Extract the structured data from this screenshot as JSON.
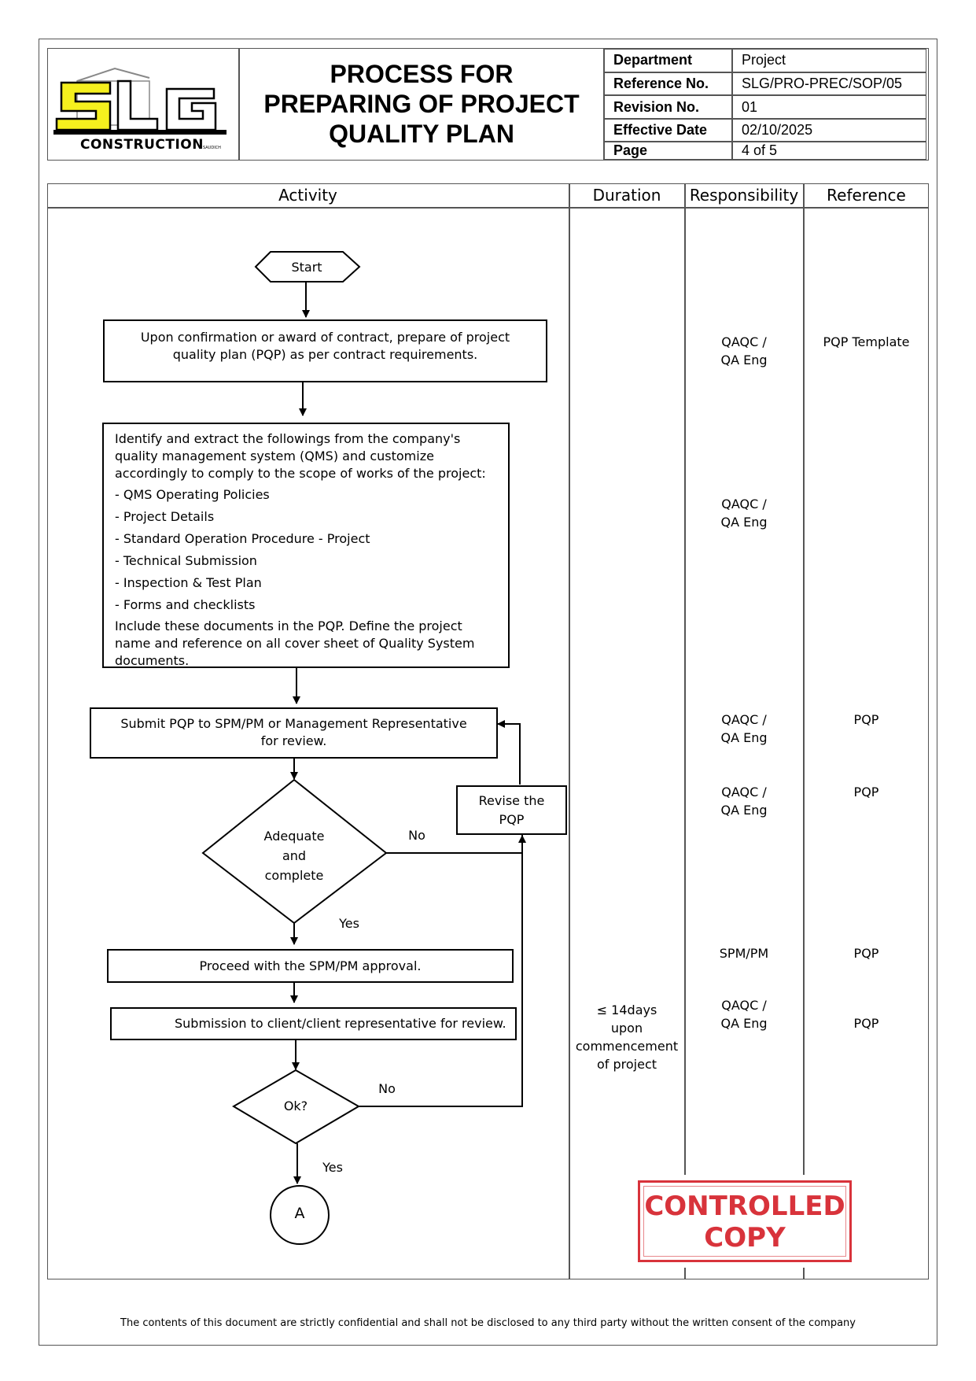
{
  "header": {
    "logo": {
      "letters": "SLG",
      "subtitle": "CONSTRUCTION",
      "small": "SAUDICH"
    },
    "title_lines": [
      "PROCESS FOR",
      "PREPARING OF PROJECT",
      "QUALITY PLAN"
    ],
    "info": [
      {
        "key": "Department",
        "value": "Project"
      },
      {
        "key": "Reference No.",
        "value": "SLG/PRO-PREC/SOP/05"
      },
      {
        "key": "Revision No.",
        "value": "01"
      },
      {
        "key": "Effective Date",
        "value": "02/10/2025"
      },
      {
        "key": "Page",
        "value": "4 of 5"
      }
    ]
  },
  "table": {
    "columns": [
      "Activity",
      "Duration",
      "Responsibility",
      "Reference"
    ]
  },
  "flow": {
    "start": "Start",
    "step1": "Upon confirmation or award of contract, prepare of project quality plan (PQP) as per contract requirements.",
    "step2_intro": "Identify and extract the followings from the company's quality management system (QMS) and customize accordingly to comply to the scope of works of the project:",
    "step2_items": [
      "- QMS Operating Policies",
      "- Project Details",
      "- Standard Operation Procedure - Project",
      "- Technical Submission",
      "- Inspection & Test Plan",
      "- Forms and checklists"
    ],
    "step2_outro": "Include these documents in the PQP. Define the project name and reference on all cover sheet of Quality System documents.",
    "step3": "Submit PQP to SPM/PM or Management Representative for review.",
    "decision1_lines": [
      "Adequate",
      "and",
      "complete"
    ],
    "revise_lines": [
      "Revise the",
      "PQP"
    ],
    "no1": "No",
    "yes1": "Yes",
    "step4": "Proceed with the SPM/PM approval.",
    "step5": "Submission to client/client representative for review.",
    "decision2": "Ok?",
    "no2": "No",
    "yes2": "Yes",
    "connector": "A"
  },
  "rows": {
    "r1": {
      "responsibility": [
        "QAQC /",
        "QA Eng"
      ],
      "reference": "PQP Template"
    },
    "r2": {
      "responsibility": [
        "QAQC /",
        "QA Eng"
      ],
      "reference": ""
    },
    "r3": {
      "responsibility": [
        "QAQC /",
        "QA Eng"
      ],
      "reference": "PQP"
    },
    "r4": {
      "responsibility": [
        "QAQC /",
        "QA Eng"
      ],
      "reference": "PQP"
    },
    "r5": {
      "responsibility": [
        "SPM/PM"
      ],
      "reference": "PQP"
    },
    "r6": {
      "duration": [
        "≤ 14days",
        "upon",
        "commencement",
        "of project"
      ],
      "responsibility": [
        "QAQC /",
        "QA Eng"
      ],
      "reference": "PQP"
    }
  },
  "stamp": {
    "lines": [
      "CONTROLLED",
      "COPY"
    ],
    "color": "#d8333b"
  },
  "footer": "The contents of this document are strictly confidential and shall not be disclosed to any third party without the written consent of the company"
}
